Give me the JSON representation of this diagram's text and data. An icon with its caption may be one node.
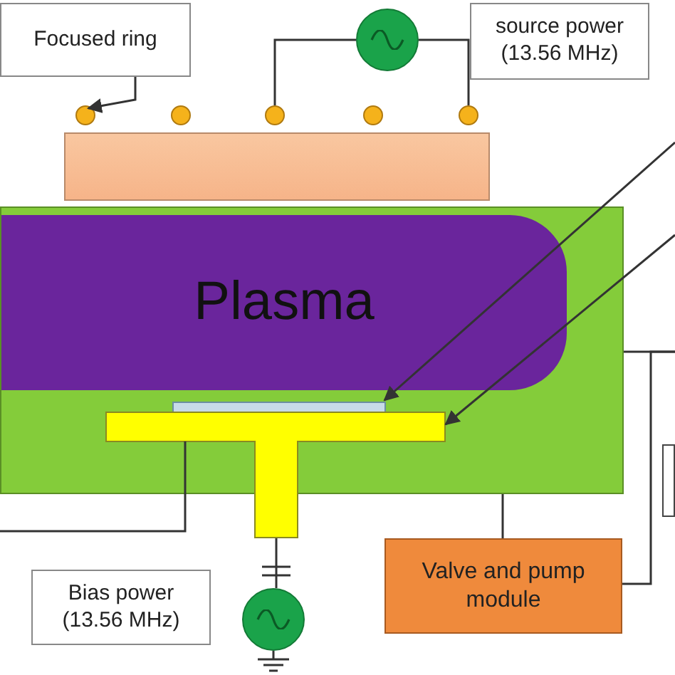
{
  "diagram": {
    "nodes": [
      {
        "text": [
          "Focused ring"
        ]
      },
      {
        "text": [
          "source power (13.56 MHz)"
        ]
      },
      {
        "text": [],
        "shape": "circle"
      },
      {
        "text": [],
        "shape": "circle"
      },
      {
        "text": [],
        "shape": "circle"
      },
      {
        "text": [],
        "shape": "circle"
      },
      {
        "text": [],
        "shape": "circle"
      },
      {
        "text": [],
        "shape": "circle"
      },
      {
        "text": [],
        "shape": "box"
      },
      {
        "text": [],
        "shape": "box"
      },
      {
        "text": [
          "Plasma"
        ],
        "in": 9
      },
      {
        "text": [],
        "shape": "box",
        "in": 9
      },
      {
        "text": [],
        "shape": "box"
      },
      {
        "text": [],
        "shape": "box"
      },
      {
        "text": [
          "Valve and pump module"
        ]
      },
      {
        "text": [
          "Bias power (13.56 MHz)"
        ]
      },
      {
        "text": [],
        "shape": "circle"
      }
    ],
    "edges": [
      {
        "from": 0,
        "to": 3,
        "arrow": "to"
      },
      {
        "from": 2,
        "to": 5,
        "arrow": "none"
      },
      {
        "from": 2,
        "to": 7,
        "arrow": "none"
      },
      {
        "from": null,
        "to": 11,
        "arrow": "to"
      },
      {
        "from": null,
        "to": 12,
        "arrow": "to"
      },
      {
        "from": 9,
        "to": 14,
        "arrow": "none"
      },
      {
        "from": 14,
        "to": null,
        "arrow": "none"
      },
      {
        "from": 12,
        "to": 16,
        "arrow": "none"
      },
      {
        "from": 12,
        "to": null,
        "arrow": "none"
      },
      {
        "from": 9,
        "to": null,
        "arrow": "none"
      }
    ]
  }
}
